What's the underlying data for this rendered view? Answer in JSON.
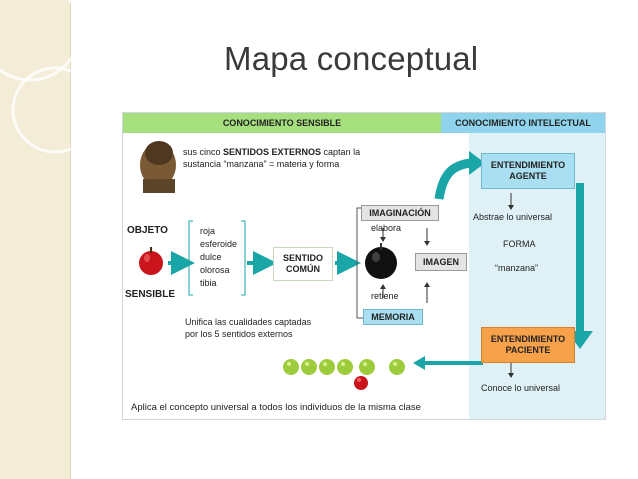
{
  "slide": {
    "title": "Mapa conceptual"
  },
  "diagram": {
    "header_sensible": "CONOCIMIENTO SENSIBLE",
    "header_intelectual": "CONOCIMIENTO INTELECTUAL",
    "sentidos_line1_pre": "sus cinco ",
    "sentidos_line1_bold": "SENTIDOS EXTERNOS",
    "sentidos_line1_post": " captan la",
    "sentidos_line2": "sustancia “manzana” = materia y forma",
    "objeto": "OBJETO",
    "sensible": "SENSIBLE",
    "qualities": [
      "roja",
      "esferoide",
      "dulce",
      "olorosa",
      "tibia"
    ],
    "sentido_comun_line1": "SENTIDO",
    "sentido_comun_line2": "COMÚN",
    "unifica_line1": "Unifica las cualidades captadas",
    "unifica_line2": "por los 5 sentidos externos",
    "imaginacion": "IMAGINACIÓN",
    "elabora": "elabora",
    "retiene": "retiene",
    "memoria": "MEMORIA",
    "imagen": "IMAGEN",
    "entendimiento_agente_line1": "ENTENDIMIENTO",
    "entendimiento_agente_line2": "AGENTE",
    "abstrae": "Abstrae lo universal",
    "forma": "FORMA",
    "manzana": "“manzana”",
    "entendimiento_paciente_line1": "ENTENDIMIENTO",
    "entendimiento_paciente_line2": "PACIENTE",
    "conoce": "Conoce lo universal",
    "aplica": "Aplica el concepto universal a todos los individuos de la misma clase"
  },
  "colors": {
    "sensible_header": "#a6df7e",
    "intelectual_header": "#8fd4ec",
    "teal_arrow": "#1aa6a6",
    "orange_box": "#f7a14a",
    "blue_box": "#a9dff0",
    "green_apple": "#9ccc3c",
    "red_apple": "#c8141a"
  }
}
